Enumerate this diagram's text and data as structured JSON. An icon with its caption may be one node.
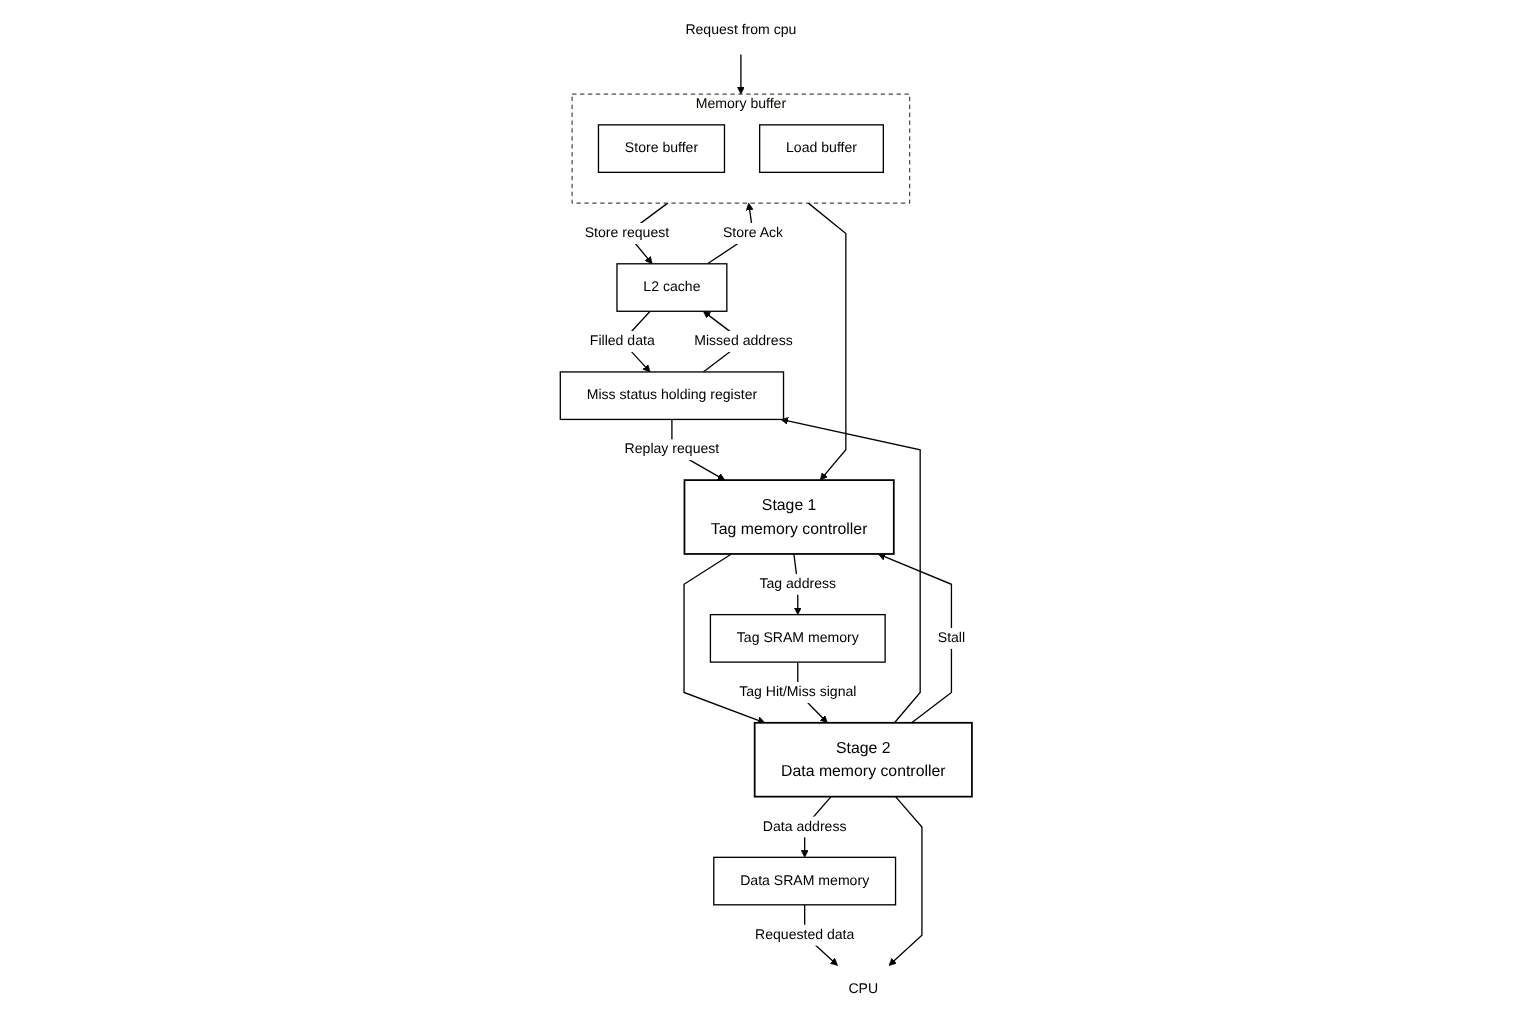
{
  "diagram": {
    "nodes": [
      {
        "text": [
          "L2 cache"
        ]
      },
      {
        "text": [
          "Miss status holding register"
        ]
      },
      {
        "text": [
          "Memory buffer"
        ]
      },
      {
        "text": [
          "Store buffer"
        ],
        "in": 2
      },
      {
        "text": [
          "Load buffer"
        ],
        "in": 2
      },
      {
        "text": [
          "Stage 1",
          "Tag memory controller"
        ]
      },
      {
        "text": [
          "Stage 2",
          "Data memory controller"
        ]
      },
      {
        "text": [
          "Tag SRAM memory"
        ]
      },
      {
        "text": [
          "Data SRAM memory"
        ]
      },
      {
        "text": [
          "CPU"
        ]
      },
      {
        "text": [
          "Request from cpu"
        ]
      }
    ],
    "edges": [
      {
        "from": 0,
        "to": 2,
        "arrow": "to",
        "label": "Store Ack"
      },
      {
        "from": 2,
        "to": 0,
        "arrow": "to",
        "label": "Store request"
      },
      {
        "from": 1,
        "to": 5,
        "arrow": "to",
        "label": "Replay request"
      },
      {
        "from": 0,
        "to": 1,
        "arrow": "to",
        "label": "Filled data"
      },
      {
        "from": 1,
        "to": 0,
        "arrow": "to",
        "label": "Missed address"
      },
      {
        "from": 6,
        "to": 1,
        "arrow": "to"
      },
      {
        "from": 6,
        "to": 5,
        "arrow": "to",
        "label": "Stall"
      },
      {
        "from": 2,
        "to": 5,
        "arrow": "to"
      },
      {
        "from": 5,
        "to": 6,
        "arrow": "to"
      },
      {
        "from": 5,
        "to": 7,
        "arrow": "to",
        "label": "Tag address"
      },
      {
        "from": 7,
        "to": 6,
        "arrow": "to",
        "label": "Tag Hit/Miss signal"
      },
      {
        "from": 6,
        "to": 8,
        "arrow": "to",
        "label": "Data address"
      },
      {
        "from": 8,
        "to": 9,
        "arrow": "to",
        "label": "Requested data"
      },
      {
        "from": 6,
        "to": 9,
        "arrow": "to"
      },
      {
        "from": 10,
        "to": 2,
        "arrow": "to"
      }
    ]
  }
}
